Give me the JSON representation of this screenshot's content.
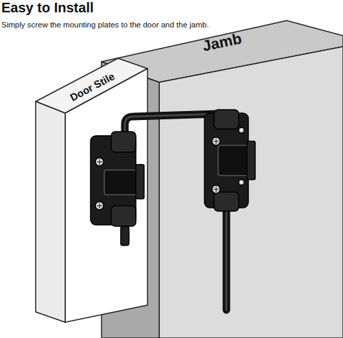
{
  "diagram": {
    "title": "Easy to Install",
    "labels": [
      "Simply screw the mounting plates to the door and the jamb.",
      "Door Stile",
      "Jamb"
    ]
  }
}
